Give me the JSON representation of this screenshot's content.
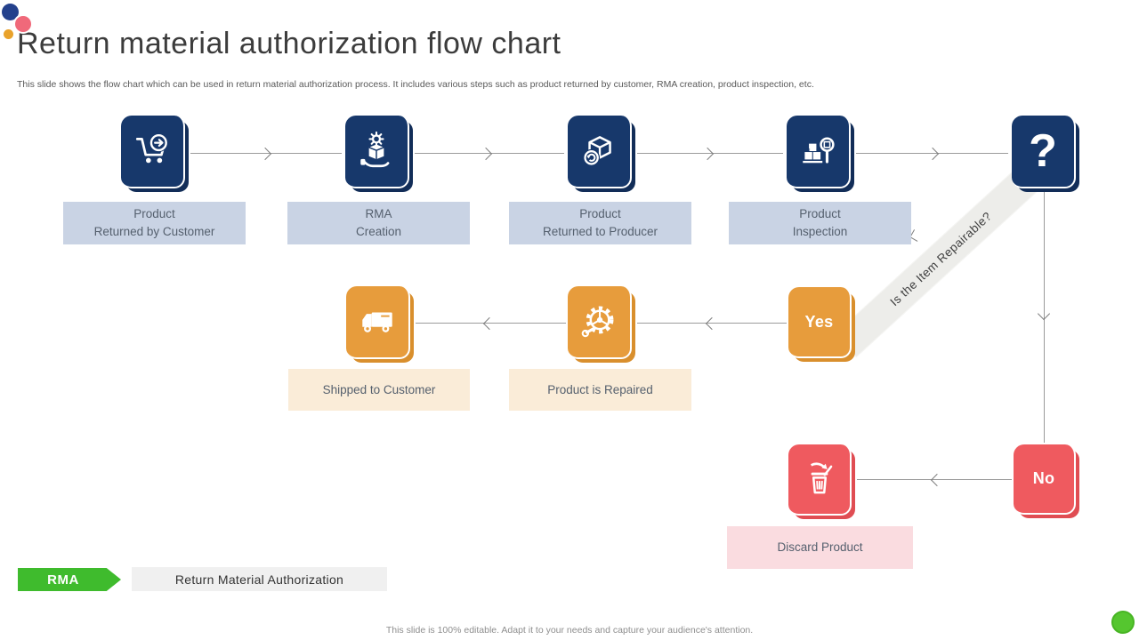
{
  "slide": {
    "title": "Return material authorization flow chart",
    "subtitle": "This slide shows the flow chart which can be used in return material authorization process. It includes various steps such as product returned by customer, RMA creation, product inspection, etc.",
    "footer": "This slide is 100% editable. Adapt it to your needs and capture your audience's attention."
  },
  "flow": {
    "top_steps": [
      {
        "icon": "cart-return-icon",
        "line1": "Product",
        "line2": "Returned by Customer"
      },
      {
        "icon": "rma-creation-icon",
        "line1": "RMA",
        "line2": "Creation"
      },
      {
        "icon": "box-return-icon",
        "line1": "Product",
        "line2": "Returned to Producer"
      },
      {
        "icon": "inspection-icon",
        "line1": "Product",
        "line2": "Inspection"
      }
    ],
    "decision": {
      "symbol": "?",
      "question": "Is the Item Repairable?"
    },
    "yes_branch": {
      "label": "Yes",
      "steps": [
        {
          "icon": "repair-icon",
          "caption": "Product is Repaired"
        },
        {
          "icon": "truck-icon",
          "caption": "Shipped to Customer"
        }
      ]
    },
    "no_branch": {
      "label": "No",
      "steps": [
        {
          "icon": "discard-icon",
          "caption": "Discard Product"
        }
      ]
    }
  },
  "legend": {
    "abbr": "RMA",
    "meaning": "Return Material Authorization"
  },
  "colors": {
    "navy": "#17386B",
    "orange": "#E79C3C",
    "red": "#EF5A5F",
    "green": "#3FBB2D",
    "label_blue_bg": "#C9D3E4",
    "label_cream_bg": "#FAECD8",
    "label_pink_bg": "#FADCE0",
    "connector_gray": "#9B9B9B"
  }
}
